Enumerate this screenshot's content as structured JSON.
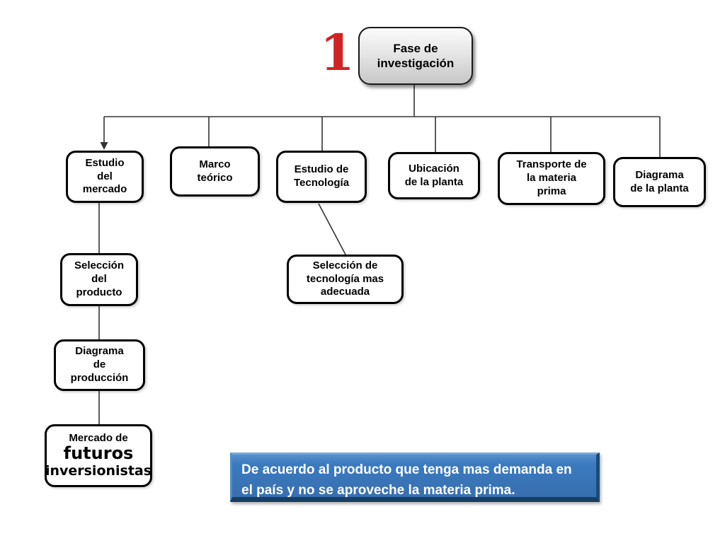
{
  "slide": {
    "step_number": "1.",
    "root_label": "Fase de\ninvestigación",
    "level1_boxes": {
      "estudio_mercado": "Estudio\ndel\nmercado",
      "marco_teorico": "Marco\nteórico",
      "estudio_tecnologia": "Estudio de\nTecnología",
      "ubicacion_planta": "Ubicación\nde la planta",
      "transporte_materia": "Transporte de\nla materia\nprima",
      "diagrama_planta": "Diagrama\nde la planta"
    },
    "sub_boxes": {
      "seleccion_producto": "Selección\ndel\nproducto",
      "seleccion_tecnologia": "Selección de\ntecnología mas\nadecuada",
      "diagrama_produccion": "Diagrama\nde\nproducción",
      "mercado_futuros_lines": [
        "Mercado de",
        "futuros",
        "inversionistas"
      ]
    },
    "note": "De acuerdo al producto que tenga mas demanda en\nel país y no se aproveche la materia prima."
  },
  "colors": {
    "accent_red": "#d02424",
    "note_blue": "#3b7abf",
    "note_blue_dark": "#173f63",
    "line_color": "#333333",
    "box_border": "#000000",
    "root_fill_top": "#fbfbfb",
    "root_fill_bottom": "#c7c7c7"
  }
}
